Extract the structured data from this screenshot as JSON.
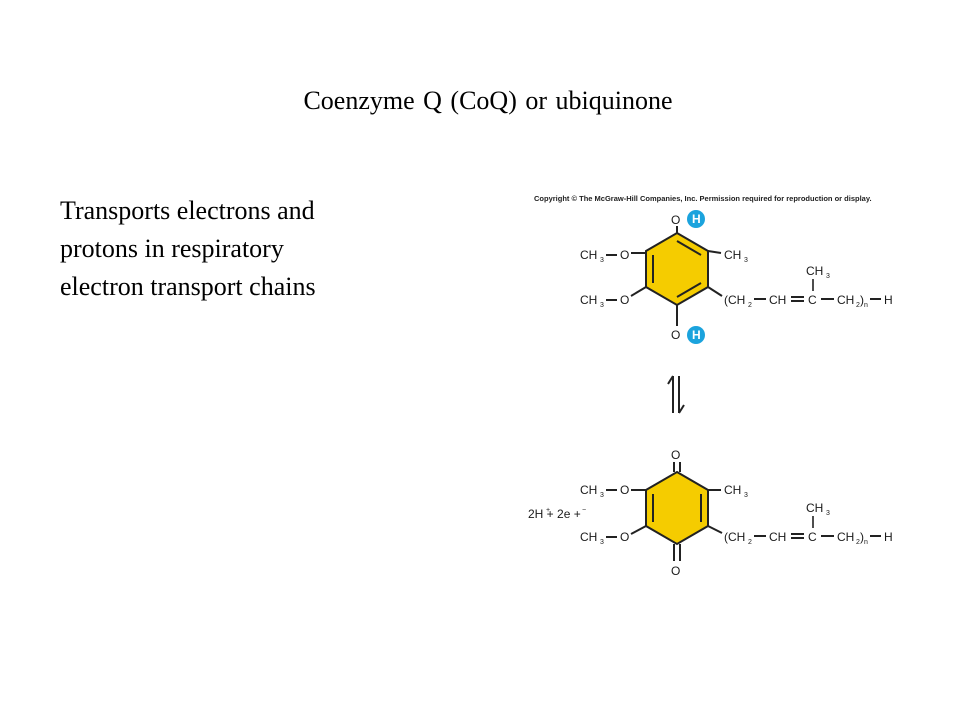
{
  "title": "Coenzyme  Q (CoQ) or ubiquinone",
  "body": {
    "lines": [
      "Transports electrons and",
      "protons in respiratory",
      "electron transport chains"
    ]
  },
  "figure": {
    "copyright": "Copyright © The McGraw-Hill Companies, Inc. Permission required for reproduction or display.",
    "reduced": {
      "oh_top": "O",
      "h_top": "H",
      "oh_bottom": "O",
      "h_bottom": "H",
      "methoxy_top": "CH",
      "methoxy_bottom": "CH",
      "methyl": "CH",
      "chain": "(CH  — CH ═ C — CH )  — H",
      "chain_methyl": "CH"
    },
    "oxidized": {
      "o_top": "O",
      "o_bottom": "O",
      "methoxy_top": "CH",
      "methoxy_bottom": "CH",
      "methyl": "CH",
      "chain_methyl": "CH",
      "reagents": "2H  + 2e  +"
    },
    "colors": {
      "ring_fill": "#f5cc00",
      "h_circle": "#1ba3dd"
    }
  }
}
